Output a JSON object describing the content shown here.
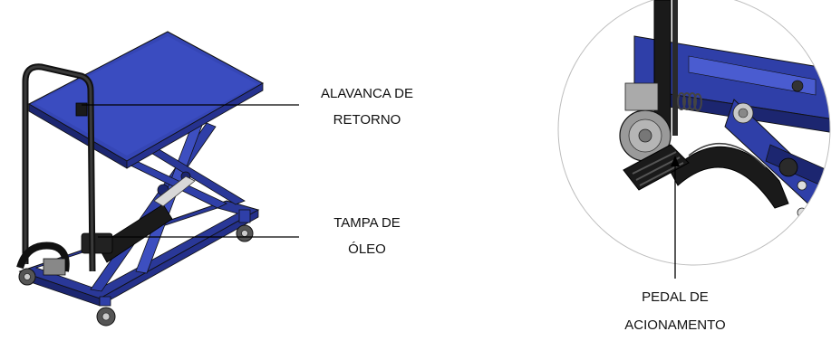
{
  "callouts": {
    "return_lever": {
      "line1": "ALAVANCA DE",
      "line2": "RETORNO"
    },
    "oil_cap": {
      "line1": "TAMPA DE",
      "line2": "ÓLEO"
    },
    "pedal": {
      "line1": "PEDAL DE",
      "line2": "ACIONAMENTO"
    }
  },
  "colors": {
    "frame_blue": "#2f3fa8",
    "frame_blue_dark": "#1c2670",
    "frame_blue_light": "#4a5cd0",
    "black_part": "#1a1a1a",
    "metal_gray": "#9a9a9a",
    "line": "#000000"
  }
}
